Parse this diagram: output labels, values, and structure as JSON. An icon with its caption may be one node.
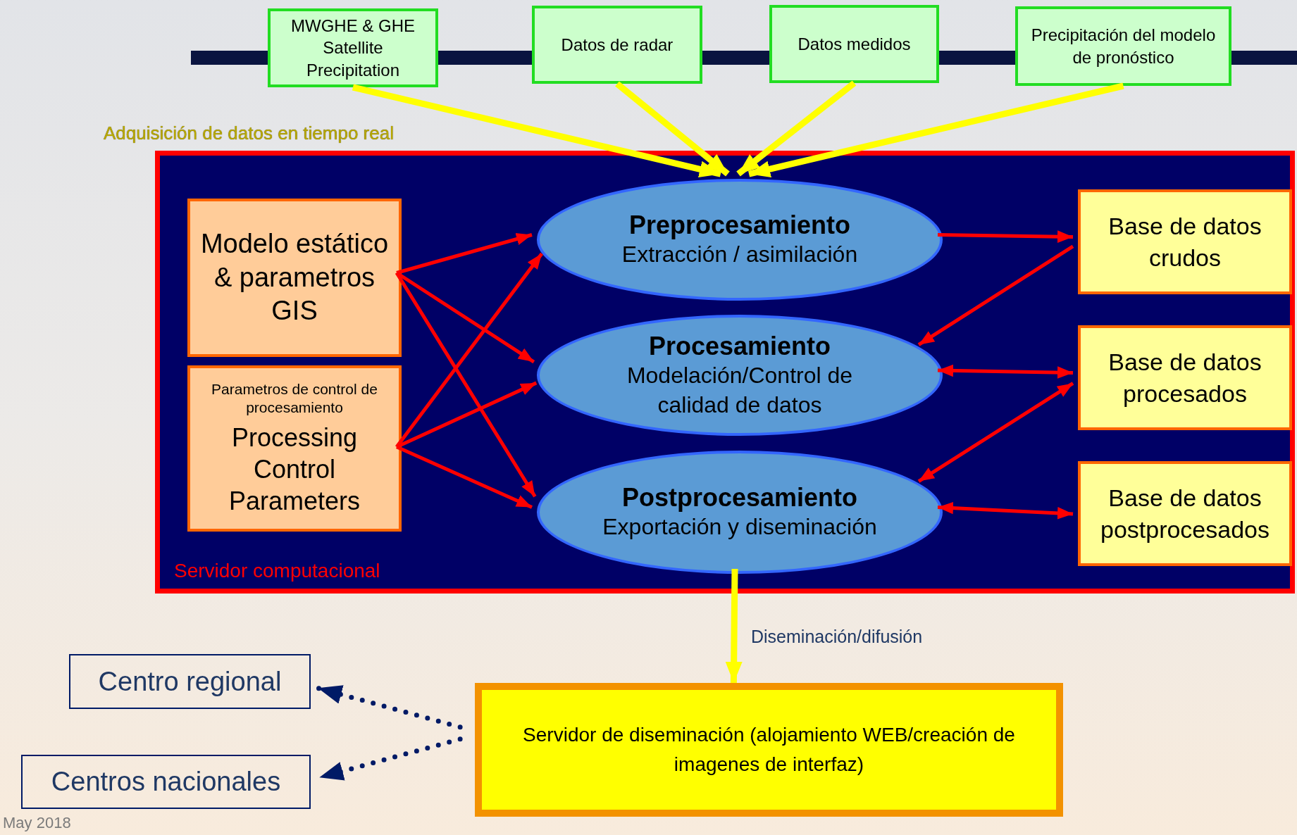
{
  "diagram": {
    "nodes": [
      {
        "text": [
          "MWGHE & GHE Satellite Precipitation"
        ]
      },
      {
        "text": [
          "Datos de radar"
        ]
      },
      {
        "text": [
          "Datos medidos"
        ]
      },
      {
        "text": [
          "Precipitación del modelo de pronóstico"
        ]
      },
      {
        "text": [
          "Servidor computacional"
        ]
      },
      {
        "text": [
          "Modelo estático & parametros GIS"
        ],
        "in": 4
      },
      {
        "text": [
          "Parametros de control de procesamiento",
          "Processing Control Parameters"
        ],
        "in": 4
      },
      {
        "text": [
          "Preprocesamiento",
          "Extracción / asimilación"
        ],
        "in": 4
      },
      {
        "text": [
          "Procesamiento",
          "Modelación/Control de calidad de datos"
        ],
        "in": 4
      },
      {
        "text": [
          "Postprocesamiento",
          "Exportación y diseminación"
        ],
        "in": 4
      },
      {
        "text": [
          "Base de datos crudos"
        ],
        "in": 4
      },
      {
        "text": [
          "Base de datos procesados"
        ],
        "in": 4
      },
      {
        "text": [
          "Base de datos postprocesados"
        ],
        "in": 4
      },
      {
        "text": [
          "Servidor de diseminación (alojamiento WEB/creación de imagenes de interfaz)"
        ]
      },
      {
        "text": [
          "Centro regional"
        ]
      },
      {
        "text": [
          "Centros nacionales"
        ]
      },
      {
        "text": [],
        "shape": "bar"
      },
      {
        "text": [],
        "shape": "bar"
      },
      {
        "text": [],
        "shape": "bar"
      },
      {
        "text": [],
        "shape": "bar"
      },
      {
        "text": [],
        "shape": "bar"
      }
    ],
    "edges": [
      {
        "from": 0,
        "to": 7,
        "arrow": "to",
        "style": "thick",
        "color": "#ffff00"
      },
      {
        "from": 1,
        "to": 7,
        "arrow": "to",
        "style": "thick",
        "color": "#ffff00"
      },
      {
        "from": 2,
        "to": 7,
        "arrow": "to",
        "style": "thick",
        "color": "#ffff00"
      },
      {
        "from": 3,
        "to": 7,
        "arrow": "to",
        "style": "thick",
        "color": "#ffff00"
      },
      {
        "from": 5,
        "to": 7,
        "arrow": "to"
      },
      {
        "from": 5,
        "to": 8,
        "arrow": "to"
      },
      {
        "from": 5,
        "to": 9,
        "arrow": "to"
      },
      {
        "from": 6,
        "to": 7,
        "arrow": "to"
      },
      {
        "from": 6,
        "to": 8,
        "arrow": "to"
      },
      {
        "from": 6,
        "to": 9,
        "arrow": "to"
      },
      {
        "from": 7,
        "to": 10,
        "arrow": "to"
      },
      {
        "from": 10,
        "to": 8,
        "arrow": "to"
      },
      {
        "from": 8,
        "to": 11,
        "arrow": "both"
      },
      {
        "from": 11,
        "to": 9,
        "arrow": "both"
      },
      {
        "from": 9,
        "to": 12,
        "arrow": "both"
      },
      {
        "from": 9,
        "to": 13,
        "arrow": "to",
        "label": "Diseminación/difusión",
        "style": "thick",
        "color": "#ffff00"
      },
      {
        "from": 13,
        "to": 14,
        "arrow": "to",
        "style": "dashed",
        "color": "#001a66"
      },
      {
        "from": 13,
        "to": 15,
        "arrow": "to",
        "style": "dashed",
        "color": "#001a66"
      }
    ],
    "labels": [
      "Adquisición de datos en tiempo real",
      "May 2018"
    ]
  }
}
